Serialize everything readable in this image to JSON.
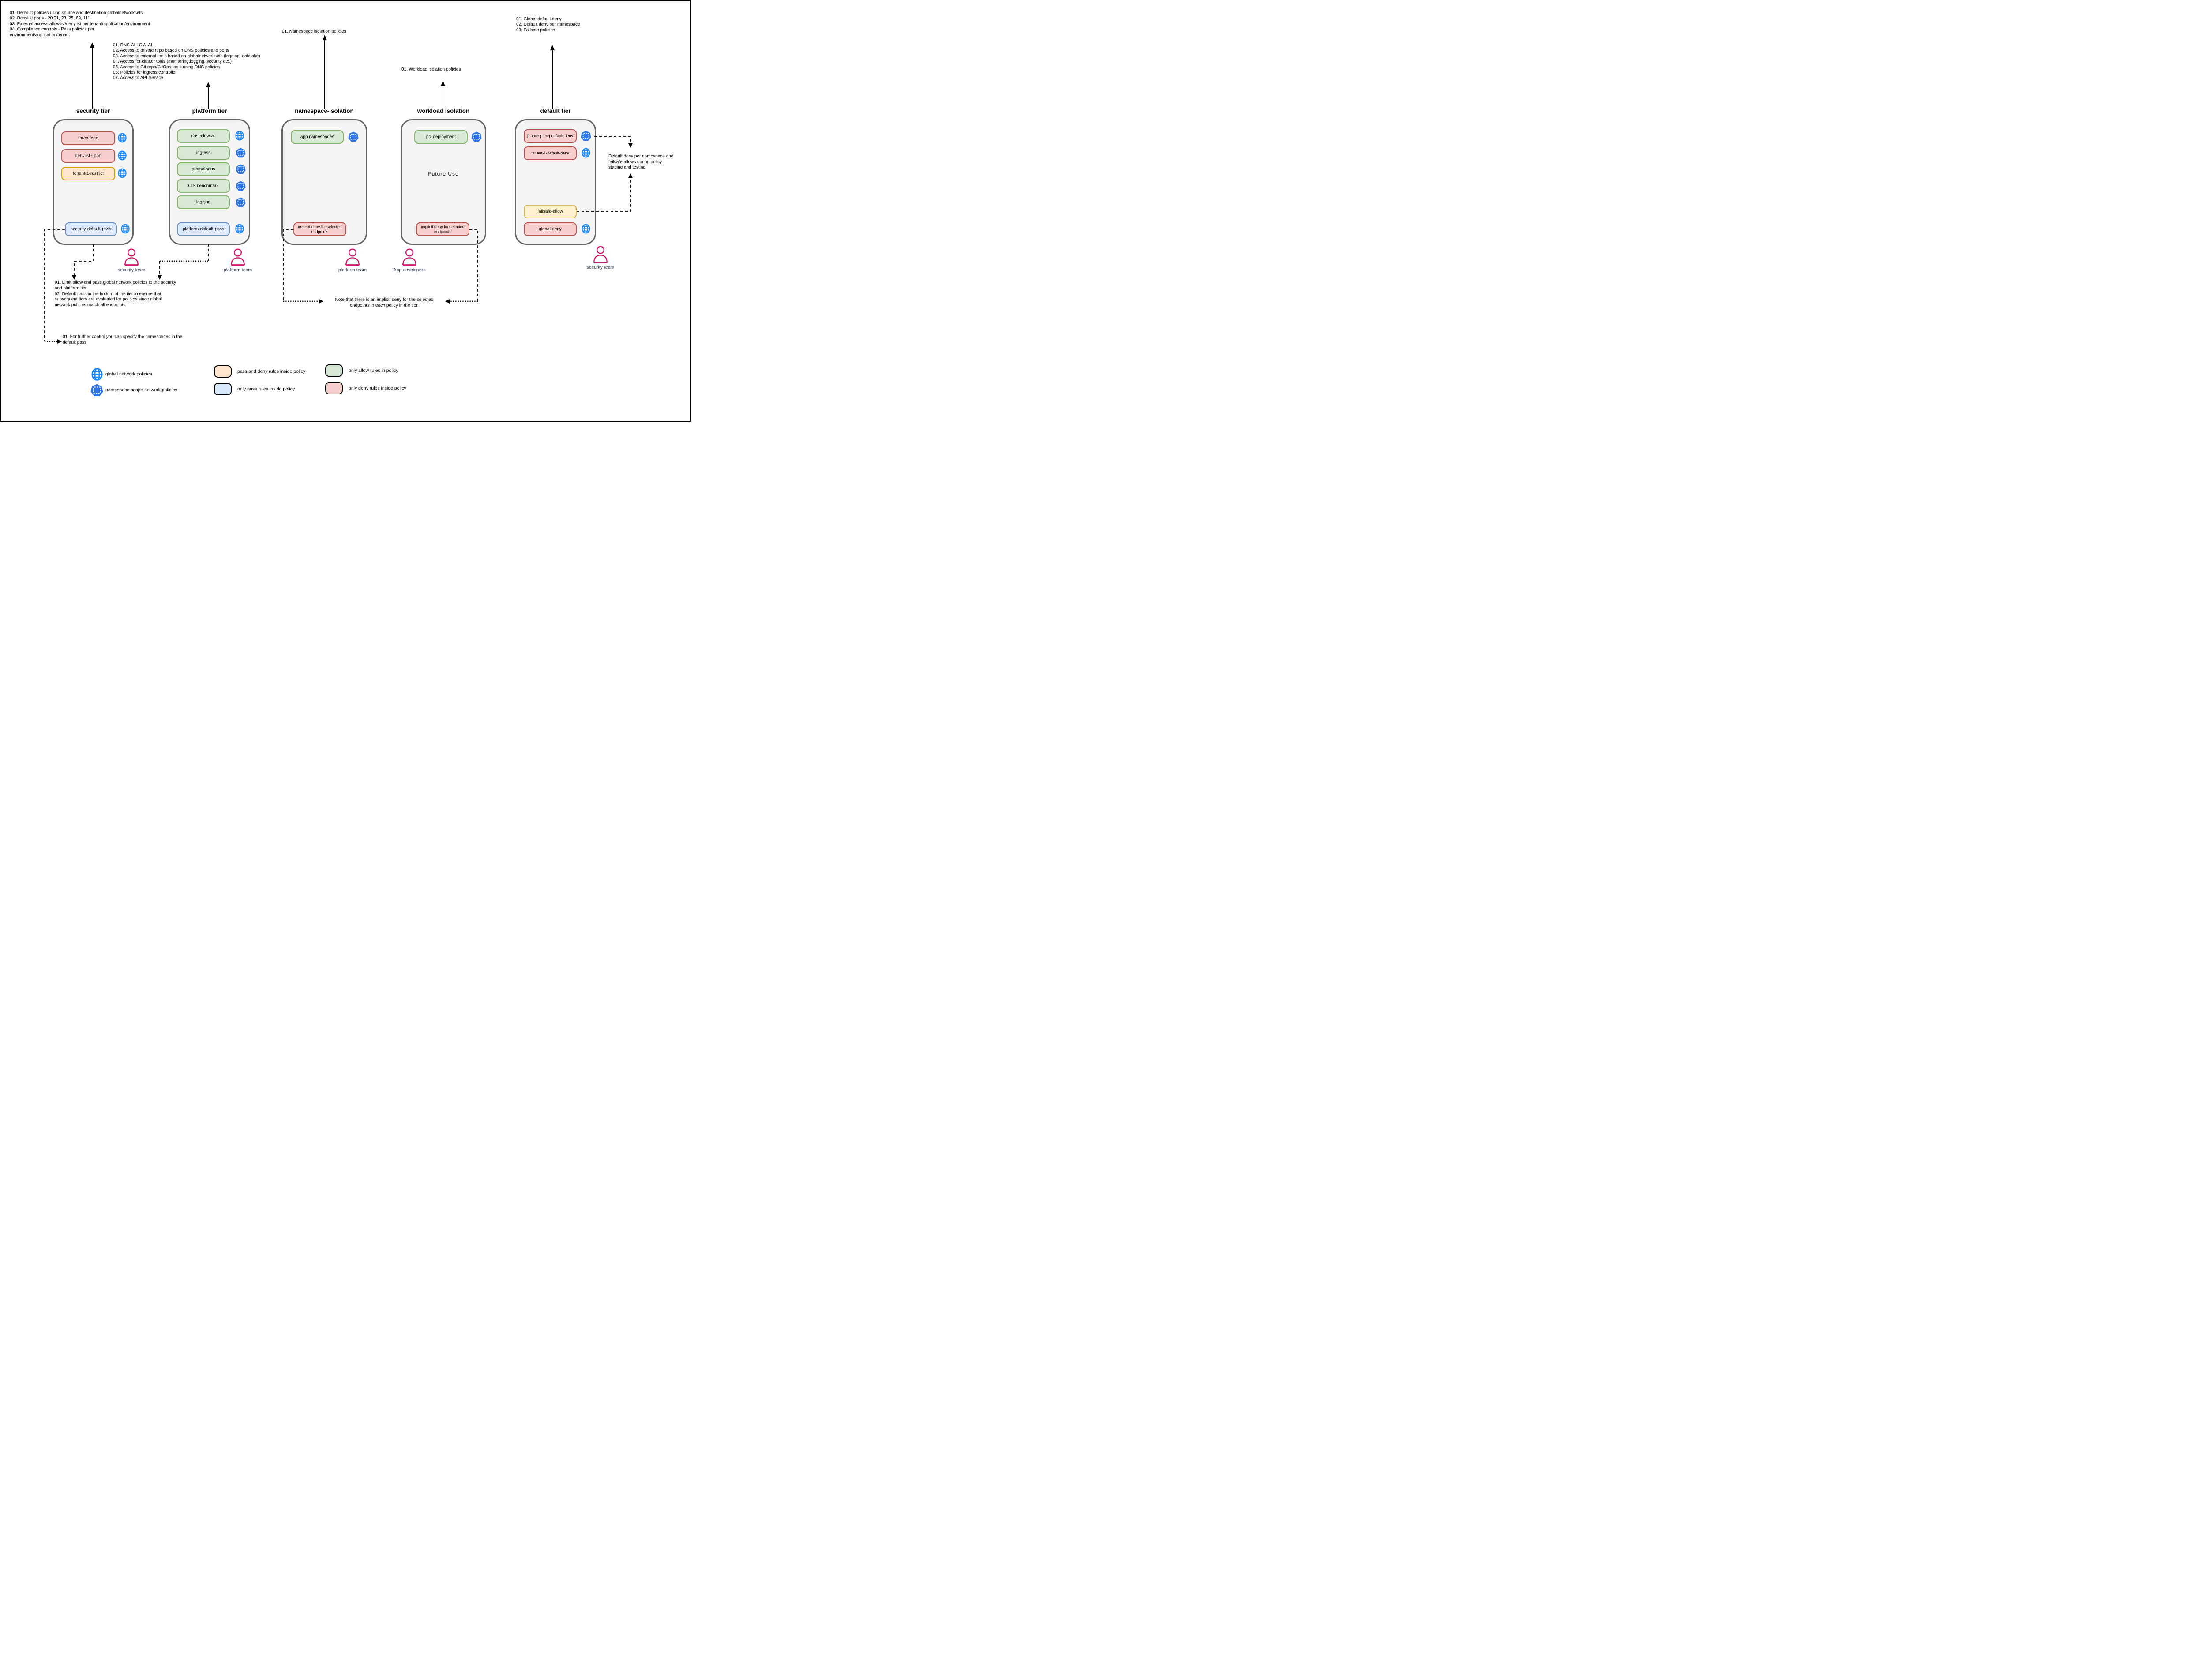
{
  "colors": {
    "only_deny_fill": "#f8cecc",
    "only_deny_border": "#b85450",
    "pass_and_deny_fill": "#ffe6cc",
    "pass_and_deny_border": "#d79b00",
    "failsafe_fill": "#fff2cc",
    "failsafe_border": "#d6b656",
    "only_allow_fill": "#d5e8d4",
    "only_allow_border": "#82b366",
    "only_pass_fill": "#dae8fc",
    "only_pass_border": "#6c8ebf",
    "globe_blue": "#1e88ff",
    "namespace_blue": "#2e75e8",
    "person_pink": "#d6156c",
    "tier_border": "#666666",
    "tier_fill": "#f5f5f5"
  },
  "annotations": {
    "security_notes": [
      "01. Denylist policies using source and destination globalnetworksets",
      "02. Denylist ports - 20:21, 23, 25, 69, 111",
      "03. External access allowlist/denylist per tenant/application/environment",
      "04. Compliance controls - Pass policies per",
      "environment/application/tenant"
    ],
    "platform_notes": [
      "01. DNS-ALLOW-ALL",
      "02. Access to private repo based on DNS policies and ports",
      "03. Access to external tools based on globalnetworksets (logging, datalake)",
      "04. Access for cluster tools (monitoring,logging, security etc.)",
      "05. Access to Git repo/GitOps tools using DNS policies",
      "06. Policies for ingress controller",
      "07. Access to API Service"
    ],
    "namespace_note": "01. Namespace isolation policies",
    "workload_note": "01. Workload isolation policies",
    "default_notes": [
      "01. Global default deny",
      "02. Default deny per namespace",
      "03. Failsafe policies"
    ],
    "limit_notes": [
      "01. Limit allow and pass global network policies to the security",
      "and platform tier",
      "02. Default pass in the bottom of the tier to ensure that",
      "subsequent tiers are evaluated for policies since global",
      "network policies match all endpoints"
    ],
    "implicit_note": [
      "Note that there is an implicit deny for the selected",
      "endpoints in each policy in the tier."
    ],
    "further_note": [
      "01. For further control you can specify the namespaces in the",
      "default pass"
    ],
    "right_note": [
      "Default deny per namespace and",
      "failsafe allows during policy",
      "staging and testing"
    ]
  },
  "tiers": {
    "security": {
      "label": "security tier",
      "policies": {
        "threatfeed": "threatfeed",
        "denylist": "denylist - port",
        "tenant": "tenant-1-restrict",
        "default_pass": "security-default-pass"
      }
    },
    "platform": {
      "label": "platform tier",
      "policies": {
        "dns": "dns-allow-all",
        "ingress": "ingress",
        "prometheus": "prometheus",
        "cis": "CIS benchmark",
        "logging": "logging",
        "default_pass": "platform-default-pass"
      }
    },
    "namespace": {
      "label": "namespace-isolation",
      "policies": {
        "app": "app namespaces",
        "implicit": "implicit deny for selected endpoints"
      }
    },
    "workload": {
      "label": "workload isolation",
      "center_text": "Future Use",
      "policies": {
        "pci": "pci deployment",
        "implicit": "implicit deny for selected endpoints"
      }
    },
    "default": {
      "label": "default tier",
      "policies": {
        "ns_deny": "[namespace]-default-deny",
        "tenant_deny": "tenant-1-default-deny",
        "failsafe": "failsafe-allow",
        "global_deny": "global-deny"
      }
    }
  },
  "teams": {
    "security": "security team",
    "platform": "platform team",
    "namespace": "platform team",
    "workload": "App developers",
    "default": "security team"
  },
  "legend": {
    "global": "global network policies",
    "namespace": "namespace scope network policies",
    "pass_deny": "pass and deny rules inside policy",
    "only_pass": "only pass rules inside policy",
    "only_allow": "only allow rules in policy",
    "only_deny": "only deny rules inside policy"
  }
}
